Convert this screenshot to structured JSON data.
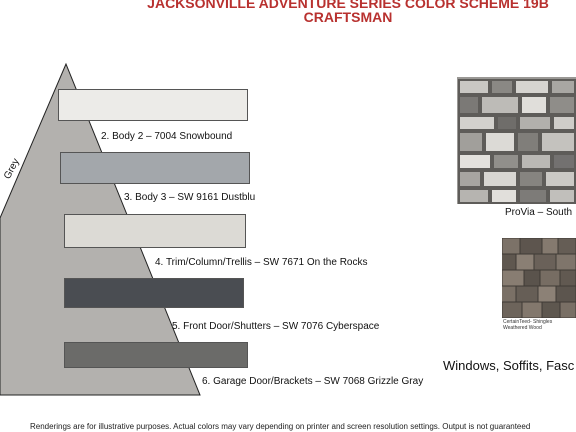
{
  "header": {
    "title_line1": "JACKSONVILLE ADVENTURE SERIES COLOR SCHEME 19B",
    "title_line2": "CRAFTSMAN"
  },
  "triangle": {
    "side_label": "Grey",
    "color": "#b3b1ae"
  },
  "swatches": [
    {
      "label": "2. Body 2 – 7004 Snowbound",
      "color": "#ecebe8"
    },
    {
      "label": "3. Body 3 – SW 9161 Dustblu",
      "color": "#a3a7ab"
    },
    {
      "label": "4. Trim/Column/Trellis – SW 7671 On the Rocks",
      "color": "#dcdad5"
    },
    {
      "label": "5. Front Door/Shutters – SW 7076 Cyberspace",
      "color": "#4a4d52"
    },
    {
      "label": "6. Garage Door/Brackets – SW 7068 Grizzle Gray",
      "color": "#6b6b69"
    }
  ],
  "stone": {
    "caption": "ProVia – South"
  },
  "shingle": {
    "caption_line1": "CertainTeed- Shingles",
    "caption_line2": "Weathered Wood"
  },
  "side_heading": "Windows, Soffits, Fasc",
  "footer": "Renderings are for illustrative purposes. Actual colors may vary depending on printer and screen resolution settings. Output is not guaranteed"
}
